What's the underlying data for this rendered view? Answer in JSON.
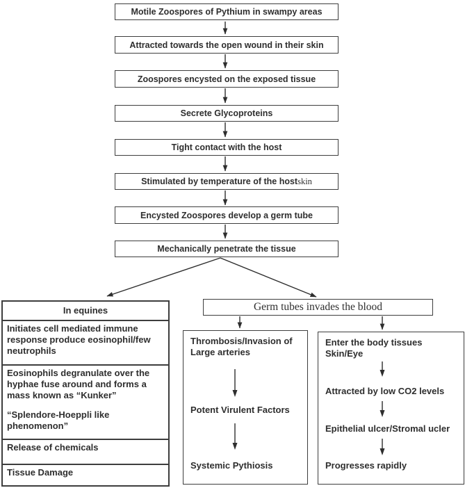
{
  "chain": [
    {
      "text": "Motile Zoospores of Pythium in swampy areas"
    },
    {
      "text": "Attracted towards the open wound in their skin"
    },
    {
      "text": "Zoospores encysted on the exposed tissue"
    },
    {
      "text": "Secrete Glycoproteins"
    },
    {
      "text": "Tight contact with the host"
    },
    {
      "text": "Stimulated by temperature of the host ",
      "text_serif": "skin"
    },
    {
      "text": "Encysted Zoospores develop a germ tube"
    },
    {
      "text": "Mechanically penetrate the tissue"
    }
  ],
  "equines": {
    "header": "In equines",
    "row1": "Initiates cell mediated immune response produce eosinophil/few neutrophils",
    "row2a": "Eosinophils degranulate over the hyphae fuse around and forms a mass known as “Kunker”",
    "row2b": "“Splendore-Hoeppli like phenomenon”",
    "row3": "Release of chemicals",
    "row4": "Tissue Damage"
  },
  "germ": {
    "label": "Germ tubes invades the blood"
  },
  "mid": {
    "step1_line1": "Thrombosis/Invasion of",
    "step1_line2": "Large arteries",
    "step2": "Potent Virulent Factors",
    "step3": "Systemic Pythiosis"
  },
  "right": {
    "step1_line1": "Enter the body tissues",
    "step1_line2": "Skin/Eye",
    "step2": "Attracted by low CO2 levels",
    "step3": "Epithelial ulcer/Stromal ucler",
    "step4": "Progresses rapidly"
  },
  "colors": {
    "background": "#ffffff",
    "border": "#3d3d3d",
    "text": "#2e2e2e"
  }
}
